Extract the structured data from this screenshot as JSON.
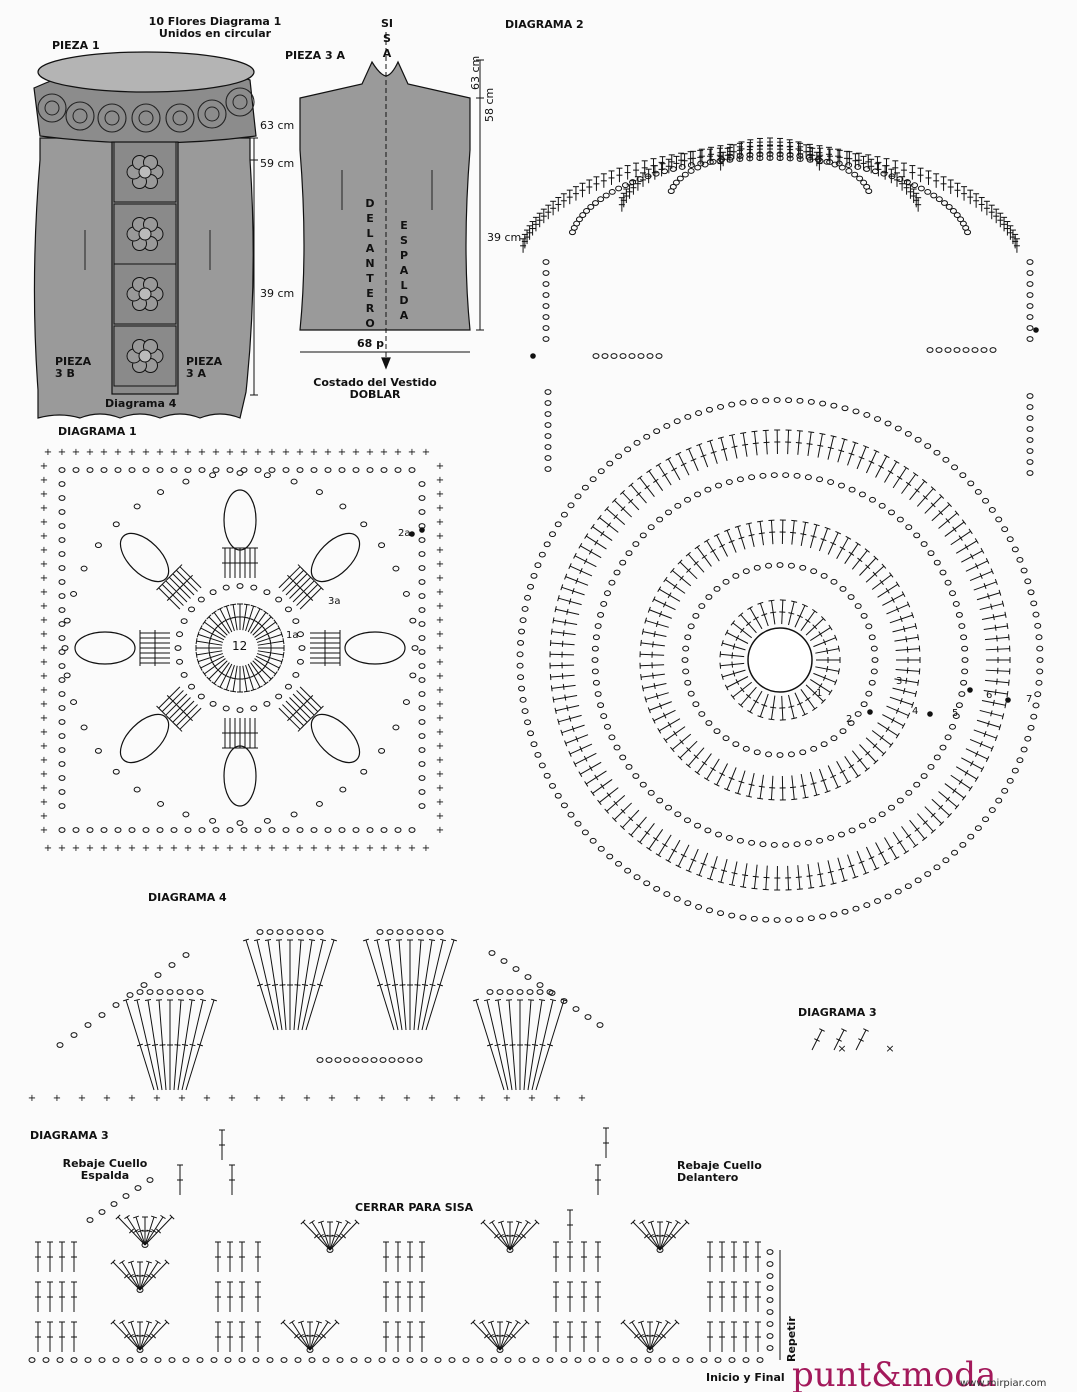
{
  "pieza1": {
    "title": "PIEZA 1",
    "note_line1": "10 Flores Diagrama 1",
    "note_line2": "Unidos en circular",
    "meas": [
      "63 cm",
      "59 cm",
      "39 cm"
    ],
    "pieza3b_line1": "PIEZA",
    "pieza3b_line2": "3 B",
    "pieza3a_line1": "PIEZA",
    "pieza3a_line2": "3 A",
    "diagram4_label": "Diagrama 4"
  },
  "pieza3a": {
    "title": "PIEZA 3 A",
    "sisa": "SISA",
    "delantero": "DELANTERO",
    "espalda": "ESPALDA",
    "meas": [
      "63 cm",
      "58 cm",
      "39 cm"
    ],
    "width": "68 p",
    "side_line1": "Costado del Vestido",
    "side_line2": "DOBLAR"
  },
  "diagrama1": {
    "title": "DIAGRAMA 1",
    "center_num": "12",
    "marks": [
      "1a",
      "2a",
      "3a"
    ]
  },
  "diagrama2": {
    "title": "DIAGRAMA 2",
    "round_nums": [
      "1",
      "2",
      "3",
      "4",
      "5",
      "6",
      "7"
    ]
  },
  "diagrama3_small": {
    "title": "DIAGRAMA 3"
  },
  "diagrama4": {
    "title": "DIAGRAMA 4"
  },
  "diagrama3": {
    "title": "DIAGRAMA 3",
    "left_line1": "Rebaje Cuello",
    "left_line2": "Espalda",
    "center": "CERRAR PARA SISA",
    "right_line1": "Rebaje Cuello",
    "right_line2": "Delantero",
    "repeat": "Repetir",
    "start_end": "Inicio y Final"
  },
  "brand": {
    "logo": "punt&moda",
    "website": "www.mirpiar.com"
  }
}
